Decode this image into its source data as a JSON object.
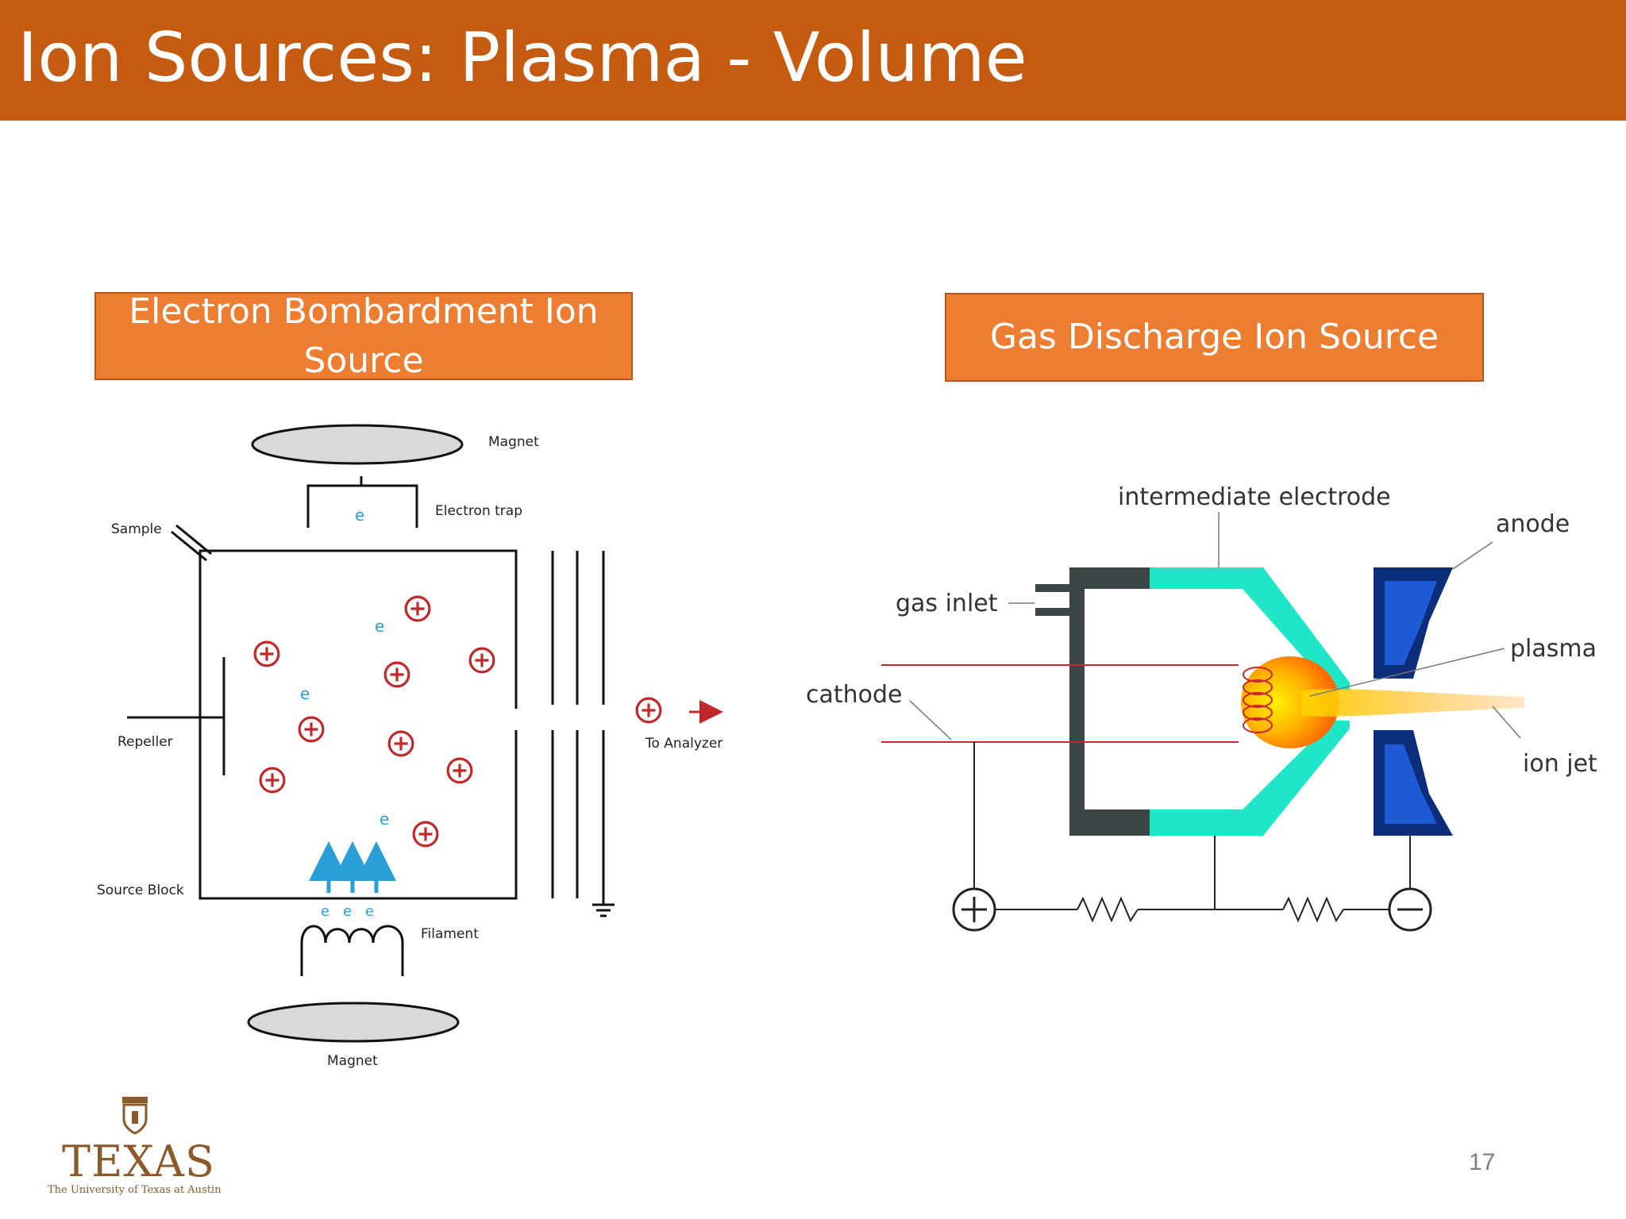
{
  "slide": {
    "title": "Ion Sources: Plasma - Volume",
    "page_number": "17"
  },
  "left_panel": {
    "heading": "Electron Bombardment Ion Source",
    "labels": {
      "magnet_top": "Magnet",
      "electron_trap": "Electron trap",
      "sample": "Sample",
      "repeller": "Repeller",
      "source_block": "Source Block",
      "filament": "Filament",
      "magnet_bottom": "Magnet",
      "to_analyzer": "To Analyzer"
    },
    "electron_symbol": "e",
    "colors": {
      "ion": "#c0282a",
      "electron": "#2a9fd6",
      "outline": "#111111"
    }
  },
  "right_panel": {
    "heading": "Gas Discharge Ion Source",
    "labels": {
      "intermediate_electrode": "intermediate electrode",
      "anode": "anode",
      "gas_inlet": "gas inlet",
      "plasma": "plasma",
      "cathode": "cathode",
      "ion_jet": "ion jet"
    },
    "colors": {
      "electrode": "#20e6c8",
      "anode": "#1d5bd6",
      "anode_dark": "#0b2d7a",
      "housing": "#3c4646",
      "wire": "#c82828",
      "plasma": "#ffb300"
    }
  },
  "logo": {
    "wordmark": "TEXAS",
    "subtitle": "The University of Texas at Austin"
  }
}
